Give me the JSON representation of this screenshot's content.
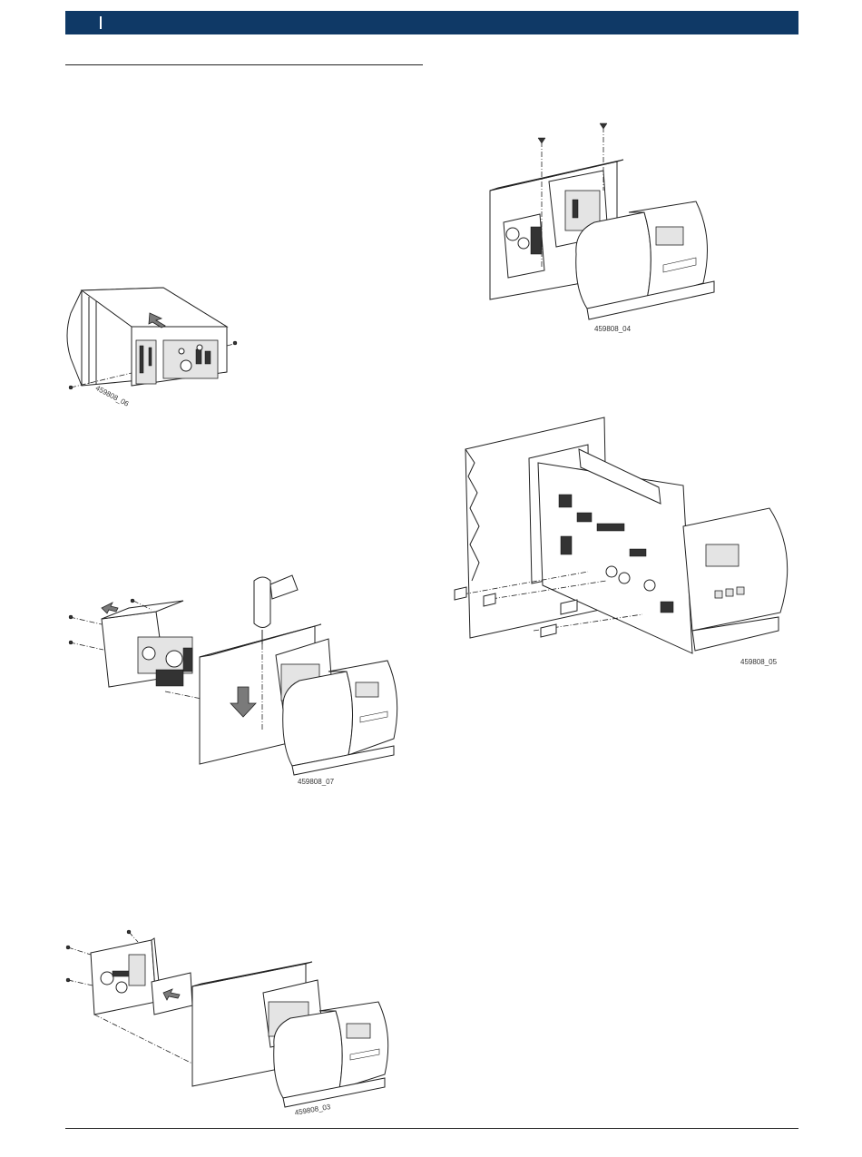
{
  "figures": [
    {
      "id": "459808_06",
      "label": "459808_06"
    },
    {
      "id": "459808_07",
      "label": "459808_07"
    },
    {
      "id": "459808_03",
      "label": "459808_03"
    },
    {
      "id": "459808_04",
      "label": "459808_04"
    },
    {
      "id": "459808_05",
      "label": "459808_05"
    }
  ]
}
